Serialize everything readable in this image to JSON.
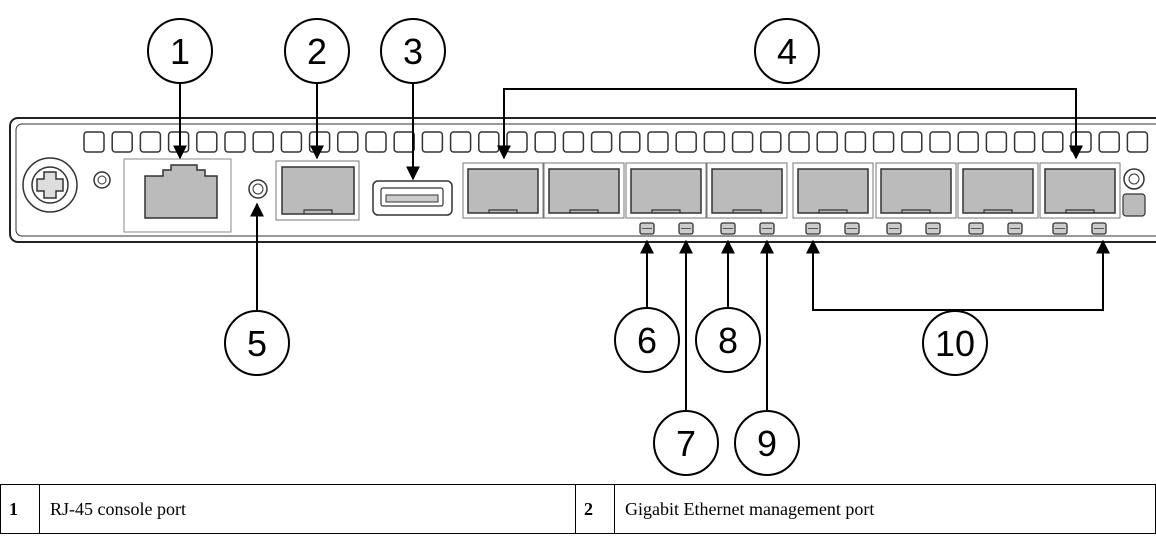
{
  "diagram": {
    "callouts": [
      {
        "number": "1",
        "target": "rj45-console-port"
      },
      {
        "number": "2",
        "target": "management-port"
      },
      {
        "number": "3",
        "target": "usb-port"
      },
      {
        "number": "4",
        "target": "sfp-ports"
      },
      {
        "number": "5",
        "target": "reset-button"
      },
      {
        "number": "6",
        "target": "port-led"
      },
      {
        "number": "7",
        "target": "port-led"
      },
      {
        "number": "8",
        "target": "port-led"
      },
      {
        "number": "9",
        "target": "port-led"
      },
      {
        "number": "10",
        "target": "port-leds"
      }
    ]
  },
  "legend": {
    "rows": [
      [
        {
          "num": "1",
          "text": "RJ-45 console port"
        },
        {
          "num": "2",
          "text": "Gigabit Ethernet management port"
        }
      ]
    ]
  }
}
